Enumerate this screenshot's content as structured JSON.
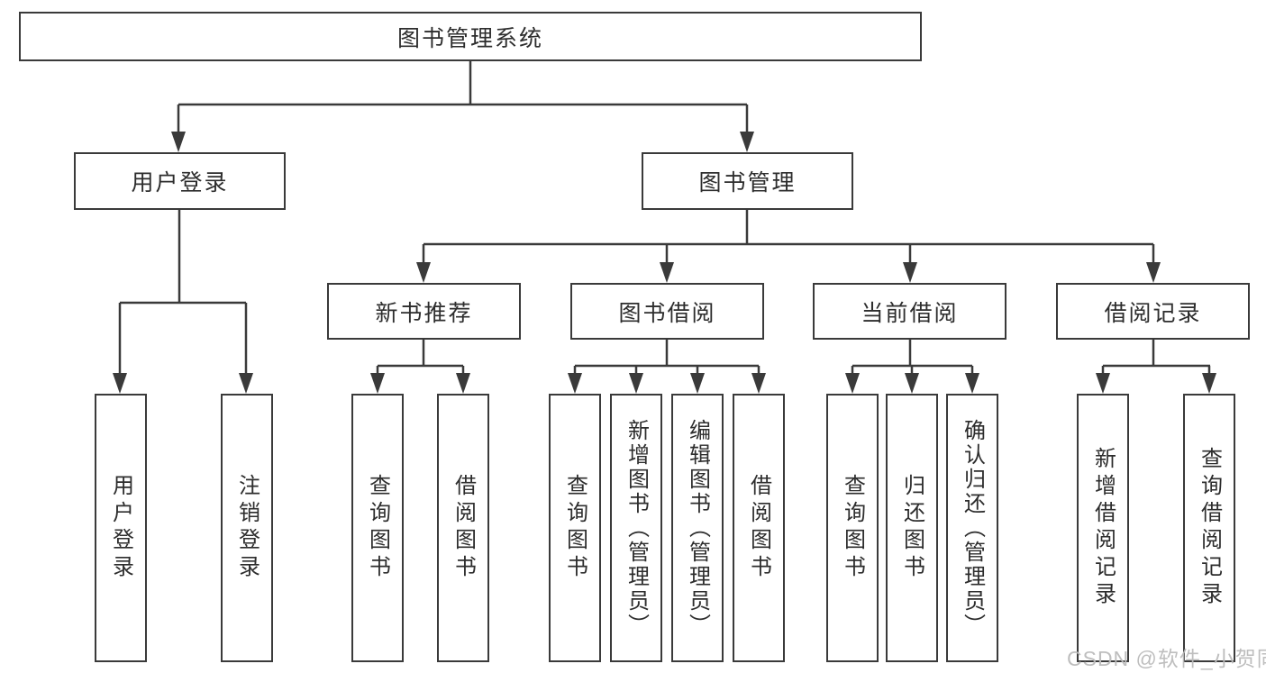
{
  "tree": {
    "root": {
      "label": "图书管理系统"
    },
    "branches": [
      {
        "label": "用户登录",
        "leaves": [
          {
            "label": "用户登录"
          },
          {
            "label": "注销登录"
          }
        ]
      },
      {
        "label": "图书管理",
        "groups": [
          {
            "label": "新书推荐",
            "leaves": [
              {
                "label": "查询图书"
              },
              {
                "label": "借阅图书"
              }
            ]
          },
          {
            "label": "图书借阅",
            "leaves": [
              {
                "label": "查询图书"
              },
              {
                "label": "新增图书（管理员）"
              },
              {
                "label": "编辑图书（管理员）"
              },
              {
                "label": "借阅图书"
              }
            ]
          },
          {
            "label": "当前借阅",
            "leaves": [
              {
                "label": "查询图书"
              },
              {
                "label": "归还图书"
              },
              {
                "label": "确认归还（管理员）"
              }
            ]
          },
          {
            "label": "借阅记录",
            "leaves": [
              {
                "label": "新增借阅记录"
              },
              {
                "label": "查询借阅记录"
              }
            ]
          }
        ]
      }
    ]
  },
  "watermark": {
    "text": "CSDN @软件_小贺同学"
  },
  "colors": {
    "line": "#3a3a3a",
    "text": "#2d2d2d",
    "watermark": "#bababa",
    "background": "#ffffff"
  }
}
